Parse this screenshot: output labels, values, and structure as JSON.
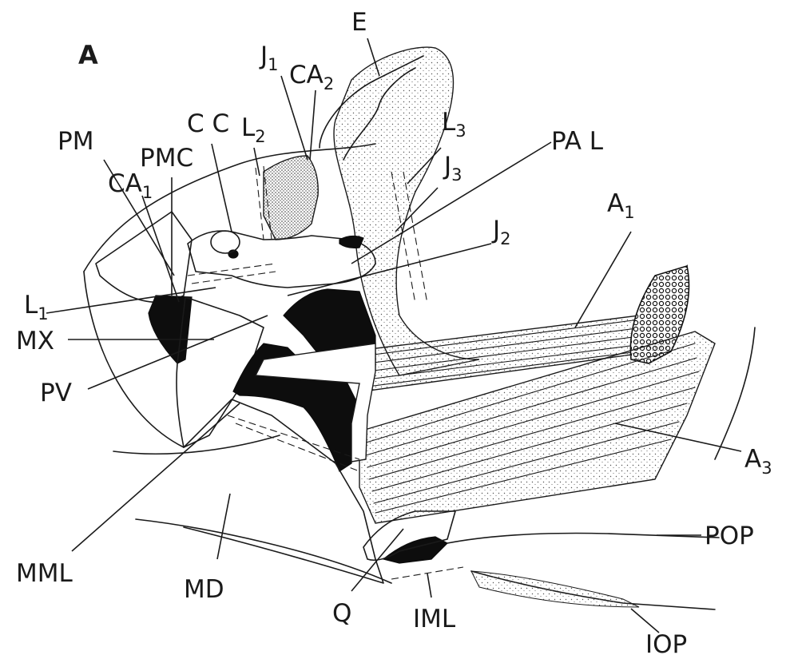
{
  "figure": {
    "panel_label": "A",
    "labels": {
      "E": "E",
      "J1": {
        "base": "J",
        "sub": "1"
      },
      "CA2": {
        "base": "CA",
        "sub": "2"
      },
      "CC": "C C",
      "L2": {
        "base": "L",
        "sub": "2"
      },
      "L3": {
        "base": "L",
        "sub": "3"
      },
      "J3": {
        "base": "J",
        "sub": "3"
      },
      "PAL": "PA L",
      "PM": "PM",
      "PMC": "PMC",
      "CA1": {
        "base": "CA",
        "sub": "1"
      },
      "J2": {
        "base": "J",
        "sub": "2"
      },
      "A1": {
        "base": "A",
        "sub": "1"
      },
      "L1": {
        "base": "L",
        "sub": "1"
      },
      "MX": "MX",
      "PV": "PV",
      "A3": {
        "base": "A",
        "sub": "3"
      },
      "POP": "POP",
      "MML": "MML",
      "MD": "MD",
      "Q": "Q",
      "IML": "IML",
      "IOP": "IOP"
    }
  }
}
